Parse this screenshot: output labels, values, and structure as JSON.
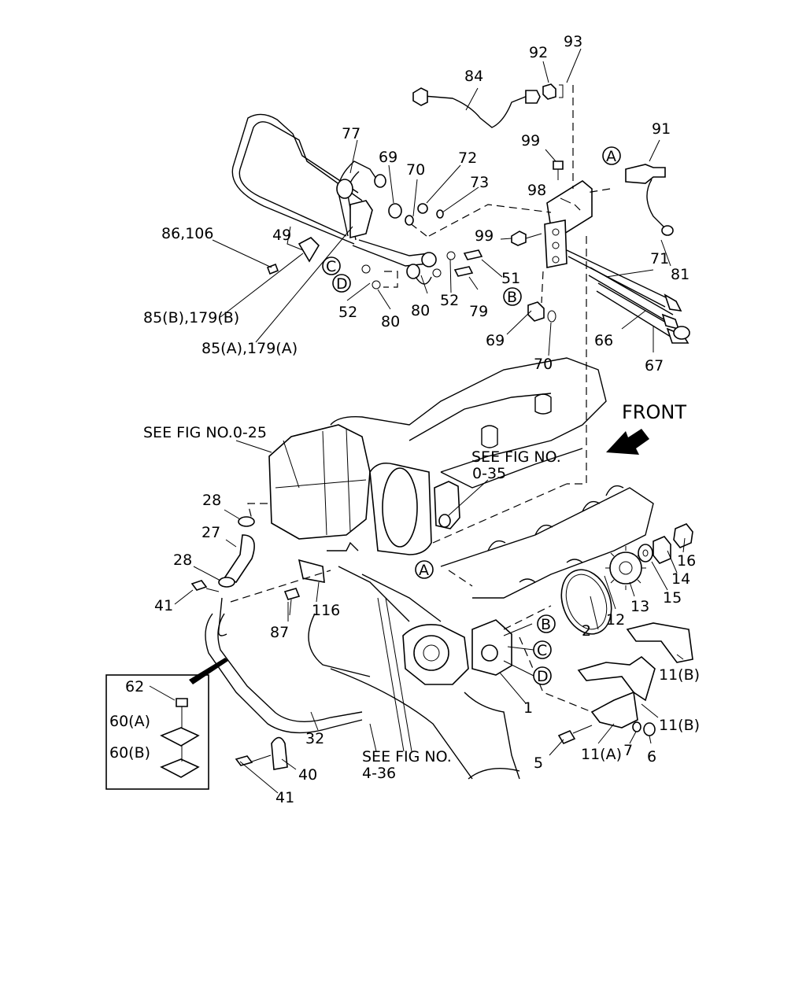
{
  "callouts": [
    "A",
    "B",
    "C",
    "D"
  ],
  "front_label": "FRONT",
  "notes": {
    "fig_0_25": "SEE FIG NO.0-25",
    "fig_0_35_a": "SEE FIG NO.",
    "fig_0_35_b": "0-35",
    "fig_4_36_a": "SEE FIG NO.",
    "fig_4_36_b": "4-36"
  },
  "part_labels": {
    "p1": "1",
    "p2": "2",
    "p5": "5",
    "p6": "6",
    "p7": "7",
    "p11a": "11(A)",
    "p11b1": "11(B)",
    "p11b2": "11(B)",
    "p12": "12",
    "p13": "13",
    "p14": "14",
    "p15": "15",
    "p16": "16",
    "p27": "27",
    "p28a": "28",
    "p28b": "28",
    "p32": "32",
    "p40": "40",
    "p41a": "41",
    "p41b": "41",
    "p49": "49",
    "p51": "51",
    "p52a": "52",
    "p52b": "52",
    "p60a": "60(A)",
    "p60b": "60(B)",
    "p62": "62",
    "p66": "66",
    "p67": "67",
    "p69a": "69",
    "p69b": "69",
    "p70a": "70",
    "p70b": "70",
    "p71": "71",
    "p72": "72",
    "p73": "73",
    "p77": "77",
    "p79": "79",
    "p80a": "80",
    "p80b": "80",
    "p81": "81",
    "p84": "84",
    "p85a": "85(A),179(A)",
    "p85b": "85(B),179(B)",
    "p86": "86,106",
    "p87": "87",
    "p91": "91",
    "p92": "92",
    "p93": "93",
    "p98": "98",
    "p99a": "99",
    "p99b": "99",
    "p116": "116"
  },
  "icons": {
    "front_arrow": "front-arrow-icon"
  }
}
